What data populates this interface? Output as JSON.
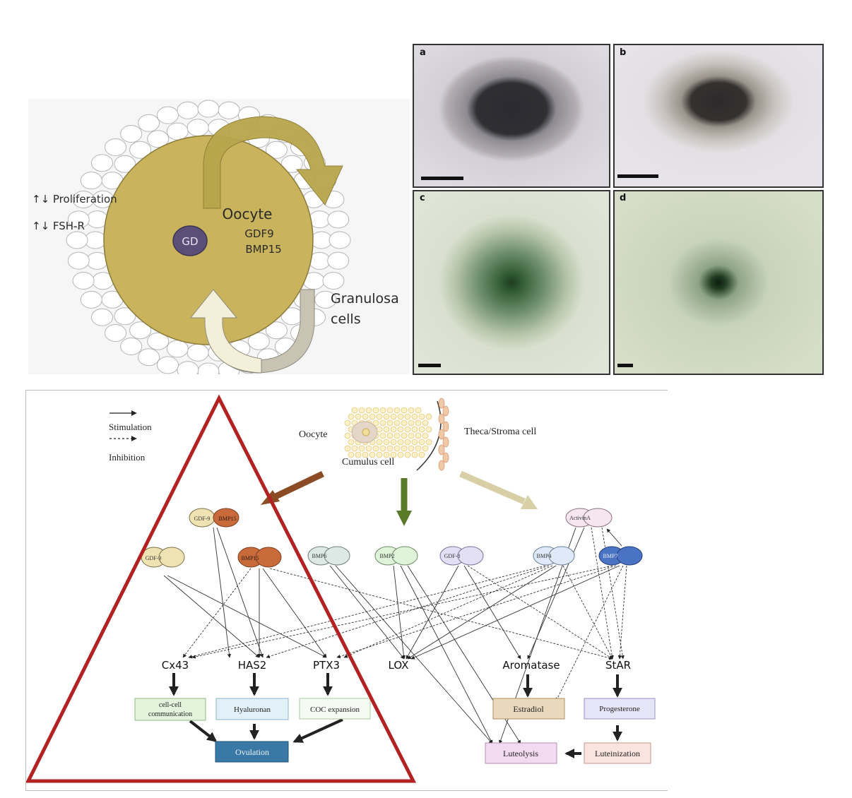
{
  "oocyte_diagram": {
    "effects": [
      "↑↓ Proliferation",
      "↑↓ FSH-R"
    ],
    "oocyte_label": "Oocyte",
    "factors": [
      "GDF9",
      "BMP15"
    ],
    "nucleus_label": "GD",
    "granulosa_label": [
      "Granulosa",
      "cells"
    ]
  },
  "micrographs": {
    "panels": [
      "a",
      "b",
      "c",
      "d"
    ]
  },
  "pathway": {
    "legend": {
      "stimulation": "Stimulation",
      "inhibition": "Inhibition"
    },
    "cells": {
      "oocyte": "Oocyte",
      "cumulus": "Cumulus cell",
      "theca": "Theca/Stroma cell"
    },
    "ligands": {
      "gdf9_bmp15": [
        "GDF-9",
        "BMP15"
      ],
      "gdf9": "GDF-9",
      "bmp15": "BMP15",
      "bmp6": "BMP6",
      "bmp2": "BMP2",
      "gdf8": "GDF-8",
      "bmp4": "BMP4",
      "bmp7": "BMP7",
      "activina": "ActivinA"
    },
    "genes": {
      "cx43": "Cx43",
      "has2": "HAS2",
      "ptx3": "PTX3",
      "lox": "LOX",
      "aromatase": "Aromatase",
      "star": "StAR"
    },
    "outcomes": {
      "cell_comm": [
        "cell-cell",
        "communication"
      ],
      "hyaluronan": "Hyaluronan",
      "coc": "COC expansion",
      "estradiol": "Estradiol",
      "progesterone": "Progesterone",
      "ovulation": "Ovulation",
      "luteolysis": "Luteolysis",
      "luteinization": "Luteinization"
    },
    "colors": {
      "triangle": "#b22222",
      "ovulation": "#3a78a6",
      "bmp7": "#4a73c4",
      "bmp15": "#c86a3a"
    }
  }
}
